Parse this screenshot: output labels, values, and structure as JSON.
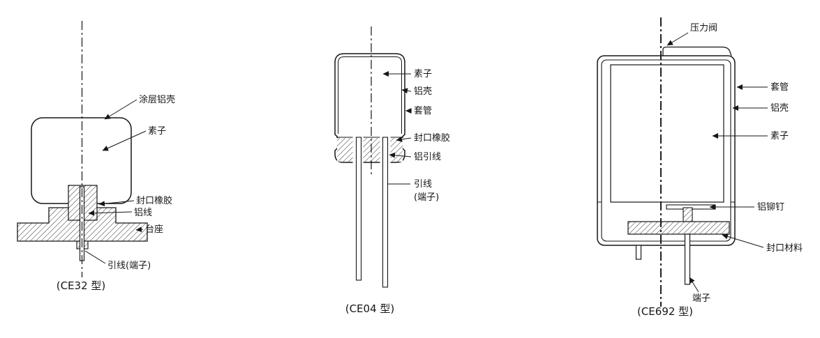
{
  "colors": {
    "background": "#ffffff",
    "ink": "#161616"
  },
  "diagrams": [
    {
      "id": "CE32",
      "caption": "(CE32 型)",
      "labels": {
        "coated_case": "涂层铝壳",
        "element": "素子",
        "seal_rubber": "封口橡胶",
        "aluminum_wire": "铝线",
        "pedestal": "台座",
        "lead_terminal": "引线(端子)"
      }
    },
    {
      "id": "CE04",
      "caption": "(CE04 型)",
      "labels": {
        "element": "素子",
        "aluminum_case": "铝壳",
        "sleeve": "套管",
        "seal_rubber": "封口橡胶",
        "aluminum_lead": "铝引线",
        "lead": "引线",
        "lead_terminal_suffix": "(端子)"
      }
    },
    {
      "id": "CE692",
      "caption": "(CE692 型)",
      "labels": {
        "pressure_valve": "压力阀",
        "sleeve": "套管",
        "aluminum_case": "铝壳",
        "element": "素子",
        "aluminum_rivet": "铝铆钉",
        "sealing_material": "封口材料",
        "terminal": "端子"
      }
    }
  ]
}
